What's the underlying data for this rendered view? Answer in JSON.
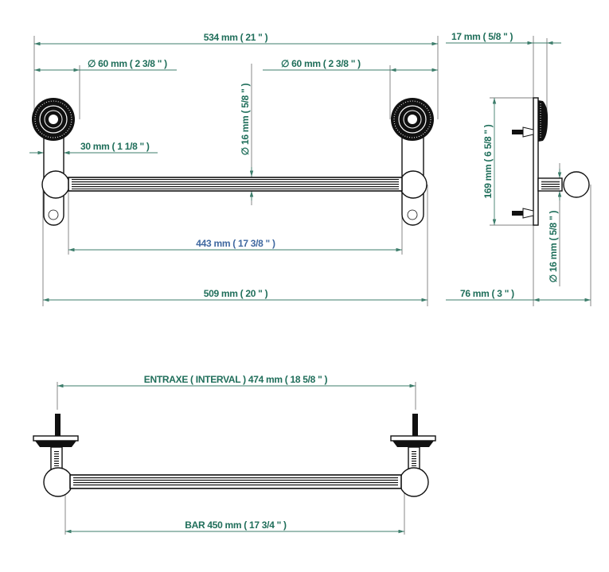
{
  "front_view": {
    "overall_width": "534 mm ( 21 \" )",
    "rosette_diameter_left": "∅ 60 mm ( 2 3/8 \" )",
    "rosette_diameter_right": "∅ 60 mm ( 2 3/8 \" )",
    "bar_diameter": "∅ 16 mm ( 5/8 \" )",
    "plate_width": "30 mm ( 1 1/8 \" )",
    "inner_length": "443 mm ( 17 3/8 \" )",
    "outer_length": "509 mm ( 20 \" )"
  },
  "side_view": {
    "rosette_depth": "17 mm ( 5/8 \" )",
    "plate_height": "169 mm ( 6 5/8 \" )",
    "bar_diameter": "∅ 16 mm ( 5/8 \" )",
    "projection": "76 mm ( 3 \" )"
  },
  "top_view": {
    "interval": "ENTRAXE ( INTERVAL )  474 mm ( 18 5/8 \" )",
    "bar_length": "BAR   450 mm ( 17 3/4 \" )"
  },
  "colors": {
    "dimension_text": "#1f6e5a",
    "accent_text": "#3f68a0"
  }
}
